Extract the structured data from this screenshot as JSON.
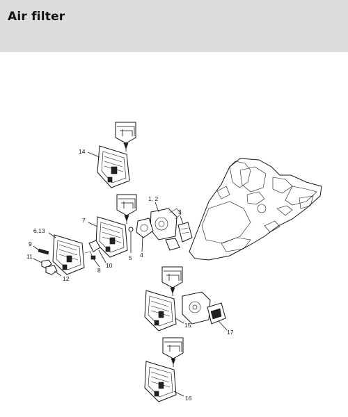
{
  "header": {
    "title": "Air filter"
  },
  "callouts": {
    "c14": "14",
    "c12a": "1, 2",
    "c3": "3",
    "c7": "7",
    "c613": "6,13",
    "c9": "9",
    "c11": "11",
    "c12": "12",
    "c8": "8",
    "c10": "10",
    "c5": "5",
    "c4": "4",
    "c15": "15",
    "c17": "17",
    "c16": "16"
  }
}
